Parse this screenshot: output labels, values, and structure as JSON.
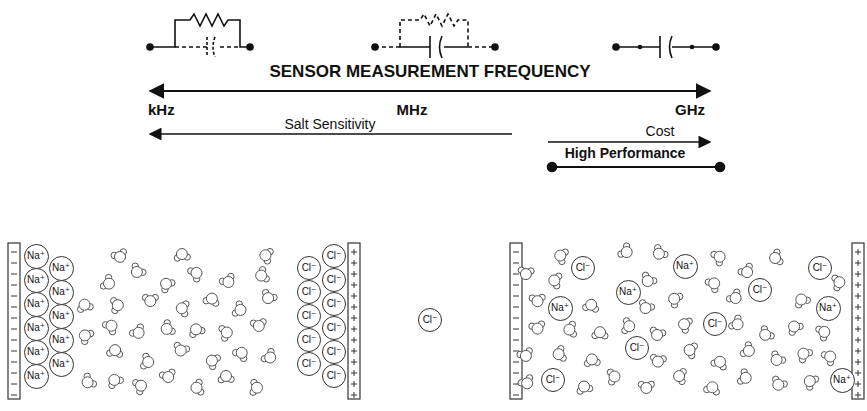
{
  "diagram": {
    "nodes": [
      {
        "text": [
          "Na⁺"
        ]
      },
      {
        "text": [
          "Na⁺"
        ]
      },
      {
        "text": [
          "Na⁺"
        ]
      },
      {
        "text": [
          "Na⁺"
        ]
      },
      {
        "text": [
          "Na⁺"
        ]
      },
      {
        "text": [
          "Na⁺"
        ]
      },
      {
        "text": [
          "Na⁺"
        ]
      },
      {
        "text": [
          "Na⁺"
        ]
      },
      {
        "text": [
          "Na⁺"
        ]
      },
      {
        "text": [
          "Na⁺"
        ]
      },
      {
        "text": [
          "Na⁺"
        ]
      },
      {
        "text": [
          "Cl⁻"
        ]
      },
      {
        "text": [
          "Cl⁻"
        ]
      },
      {
        "text": [
          "Cl⁻"
        ]
      },
      {
        "text": [
          "Cl⁻"
        ]
      },
      {
        "text": [
          "Cl⁻"
        ]
      },
      {
        "text": [
          "Cl⁻"
        ]
      },
      {
        "text": [
          "Cl⁻"
        ]
      },
      {
        "text": [
          "Cl⁻"
        ]
      },
      {
        "text": [
          "Cl⁻"
        ]
      },
      {
        "text": [
          "Cl⁻"
        ]
      },
      {
        "text": [
          "Cl⁻"
        ]
      },
      {
        "text": [
          "Cl⁻"
        ]
      },
      {
        "text": [
          "Na⁺"
        ]
      },
      {
        "text": [
          "Cl⁻"
        ]
      },
      {
        "text": [
          "Na⁺"
        ]
      },
      {
        "text": [
          "Na⁺"
        ]
      },
      {
        "text": [
          "Cl⁻"
        ]
      },
      {
        "text": [
          "Na⁺"
        ]
      },
      {
        "text": [
          "Cl⁻"
        ]
      },
      {
        "text": [
          "Cl⁻"
        ]
      },
      {
        "text": [
          "Cl⁻"
        ]
      },
      {
        "text": [
          "Na⁺"
        ]
      },
      {
        "text": [
          "Cl⁻"
        ]
      }
    ],
    "labels": [
      "SENSOR MEASUREMENT FREQUENCY",
      "kHz",
      "MHz",
      "GHz",
      "Salt Sensitivity",
      "Cost",
      "High Performance"
    ]
  }
}
